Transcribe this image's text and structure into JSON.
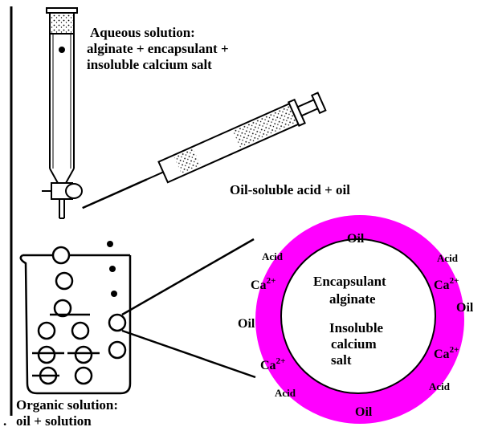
{
  "labels": {
    "aqueous_line1": "Aqueous solution:",
    "aqueous_line2": "alginate + encapsulant +",
    "aqueous_line3": "insoluble calcium salt",
    "syringe_label": "Oil-soluble acid + oil",
    "organic_line1": "Organic solution:",
    "organic_line2": "oil + solution",
    "dot": "."
  },
  "bead": {
    "core": {
      "encapsulant": "Encapsulant",
      "alginate": "alginate",
      "insoluble": "Insoluble",
      "calcium": "calcium",
      "salt": "salt"
    },
    "ring": {
      "oil_top": "Oil",
      "oil_left": "Oil",
      "oil_right": "Oil",
      "oil_bottom": "Oil",
      "acid_tl": "Acid",
      "acid_tr": "Acid",
      "acid_bl": "Acid",
      "acid_br": "Acid",
      "ca_base": "Ca",
      "ca_charge": "2+"
    }
  },
  "colors": {
    "ring": "#ff00ff",
    "core": "#ffffff",
    "ink": "#000000"
  }
}
